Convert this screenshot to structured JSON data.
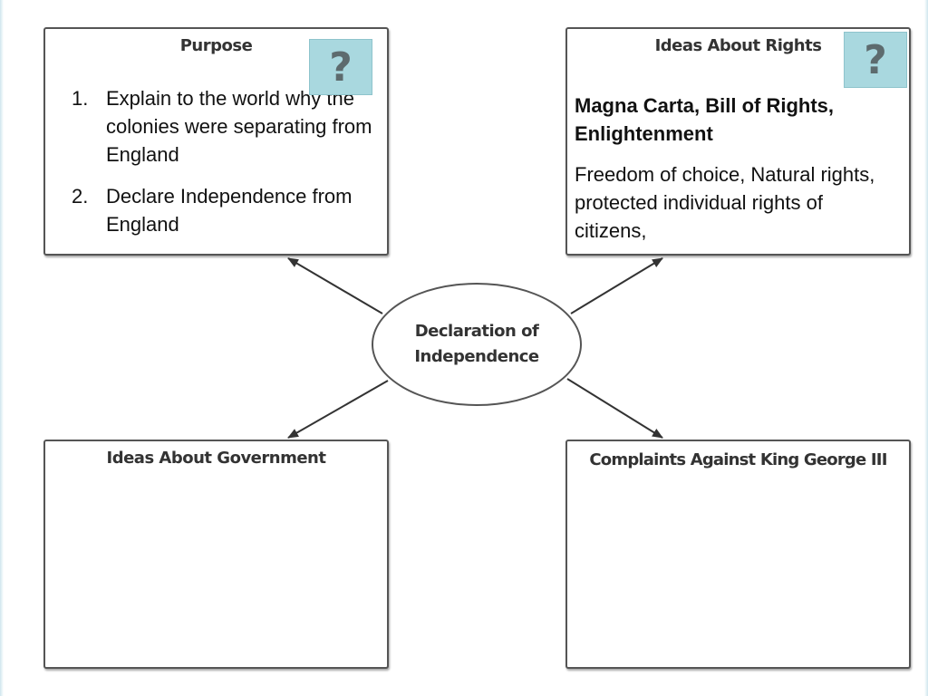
{
  "center": {
    "line1": "Declaration of",
    "line2": "Independence"
  },
  "boxes": {
    "purpose": {
      "title": "Purpose",
      "items": [
        {
          "num": "1.",
          "text": "Explain to the world why the colonies were separating from England"
        },
        {
          "num": "2.",
          "text": "Declare Independence from England"
        }
      ]
    },
    "rights": {
      "title": "Ideas About Rights",
      "bold_text": "Magna Carta, Bill of Rights, Enlightenment",
      "body_text": "Freedom of choice, Natural rights, protected individual rights of citizens,"
    },
    "government": {
      "title": "Ideas About Government"
    },
    "complaints": {
      "title": "Complaints Against King George III"
    }
  },
  "help_buttons": {
    "symbol": "?",
    "color": "#a9d8df"
  }
}
